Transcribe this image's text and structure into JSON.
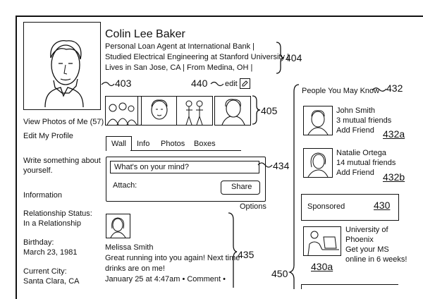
{
  "profile": {
    "name": "Colin Lee Baker",
    "details": [
      "Personal Loan Agent at International Bank  |",
      "Studied Electrical Engineering at Stanford University  |",
      "Lives in San Jose, CA  |  From Medina, OH  |"
    ],
    "edit_label": "edit"
  },
  "left_column": {
    "view_photos": "View Photos of Me (57)",
    "edit_profile": "Edit My Profile",
    "write_something": [
      "Write something about",
      "yourself."
    ],
    "information": "Information",
    "relationship_label": "Relationship Status:",
    "relationship_value": "In a Relationship",
    "birthday_label": "Birthday:",
    "birthday_value": "March 23, 1981",
    "city_label": "Current City:",
    "city_value": "Santa Clara, CA"
  },
  "tabs": [
    "Wall",
    "Info",
    "Photos",
    "Boxes"
  ],
  "composer": {
    "placeholder": "What's on your mind?",
    "attach_label": "Attach:",
    "share_label": "Share",
    "options_label": "Options"
  },
  "post": {
    "author": "Melissa Smith",
    "text": [
      "Great running into you again! Next time",
      "drinks are on me!"
    ],
    "meta": "January 25 at 4:47am • Comment •"
  },
  "people_you_may_know": {
    "title": "People You May Know",
    "people": [
      {
        "name": "John Smith",
        "mutual": "3 mutual friends",
        "action": "Add Friend",
        "ref": "432a"
      },
      {
        "name": "Natalie Ortega",
        "mutual": "14 mutual friends",
        "action": "Add Friend",
        "ref": "432b"
      }
    ]
  },
  "sponsored": {
    "title": "Sponsored",
    "ref": "430",
    "ad_lines": [
      "University of",
      "Phoenix",
      "Get your MS",
      "online in 6 weeks!"
    ],
    "ad_ref": "430a"
  },
  "reference_numerals": {
    "details": "404",
    "profile_photo": "403",
    "edit": "440",
    "photo_strip": "405",
    "composer": "434",
    "post": "435",
    "pymk": "432",
    "sidebar": "450"
  }
}
